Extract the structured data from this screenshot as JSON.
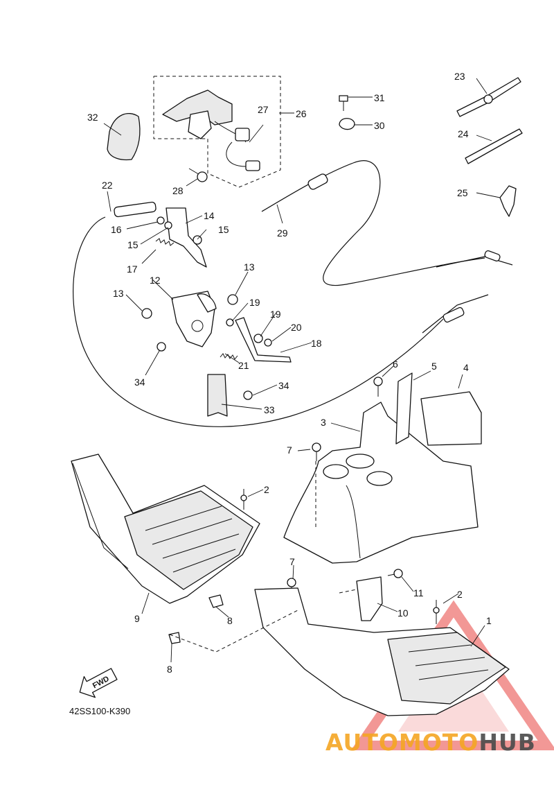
{
  "callouts": [
    "1",
    "2",
    "2",
    "3",
    "4",
    "5",
    "6",
    "7",
    "7",
    "8",
    "8",
    "9",
    "10",
    "11",
    "12",
    "13",
    "13",
    "14",
    "15",
    "15",
    "16",
    "17",
    "18",
    "19",
    "19",
    "20",
    "21",
    "22",
    "23",
    "24",
    "25",
    "26",
    "27",
    "28",
    "29",
    "30",
    "31",
    "32",
    "33",
    "34",
    "34"
  ],
  "diagram_code": "42SS100-K390",
  "fwd_label": "FWD",
  "watermark": {
    "part1": "AUTOMOTO",
    "part2": "HUB",
    "color1": "#f5a623",
    "color2": "#4a4a4a",
    "triangle_color": "#e8433f"
  }
}
